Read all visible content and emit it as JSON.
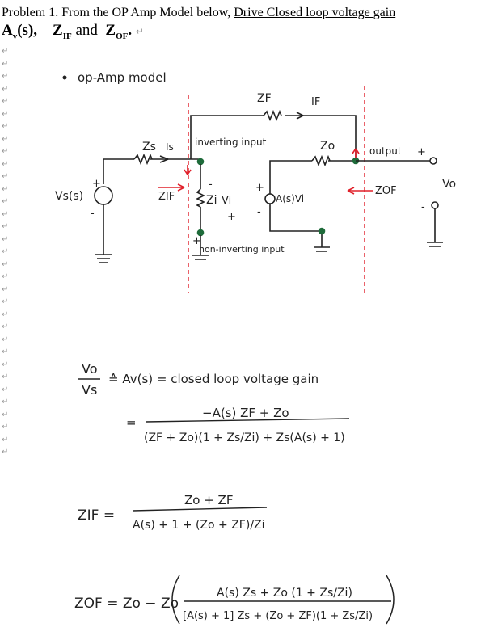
{
  "heading": {
    "line1_prefix": "Problem 1. From the OP Amp Model below, ",
    "line1_underlined": "Drive Closed loop voltage gain",
    "av": "A",
    "av_sub": "v",
    "av_tail": "(s),",
    "zif": "Z",
    "zif_sub": "IF",
    "and_text": " and ",
    "zof": "Z",
    "zof_sub": "OF",
    "end": "."
  },
  "notes": {
    "bullet": "op-Amp model",
    "zf": "ZF",
    "if_label": "IF",
    "zs": "Zs",
    "is_label": "Is",
    "inverting": "inverting input",
    "zo": "Zo",
    "output": "output",
    "plus": "+",
    "minus": "-",
    "vo": "Vo",
    "vs": "Vs(s)",
    "zif_arrow": "ZIF",
    "zi": "Zi",
    "vi": "Vi",
    "avi": "A(s)Vi",
    "zof_arrow": "ZOF",
    "non_inverting": "non-inverting input",
    "eq1_lhs_num": "Vo",
    "eq1_lhs_den": "Vs",
    "eq1_rhs": "≙ Av(s) = closed loop voltage gain",
    "eq2_num": "−A(s) ZF + Zo",
    "eq2_den": "(ZF + Zo)(1 + Zs/Zi) + Zs(A(s) + 1)",
    "eq3_lhs": "ZIF =",
    "eq3_num": "Zo + ZF",
    "eq3_den": "A(s) + 1 + (Zo + ZF)/Zi",
    "eq4_lhs": "ZOF = Zo − Zo",
    "eq4_num": "A(s) Zs + Zo (1 + Zs/Zi)",
    "eq4_den": "[A(s) + 1] Zs + (Zo + ZF)(1 + Zs/Zi)"
  }
}
